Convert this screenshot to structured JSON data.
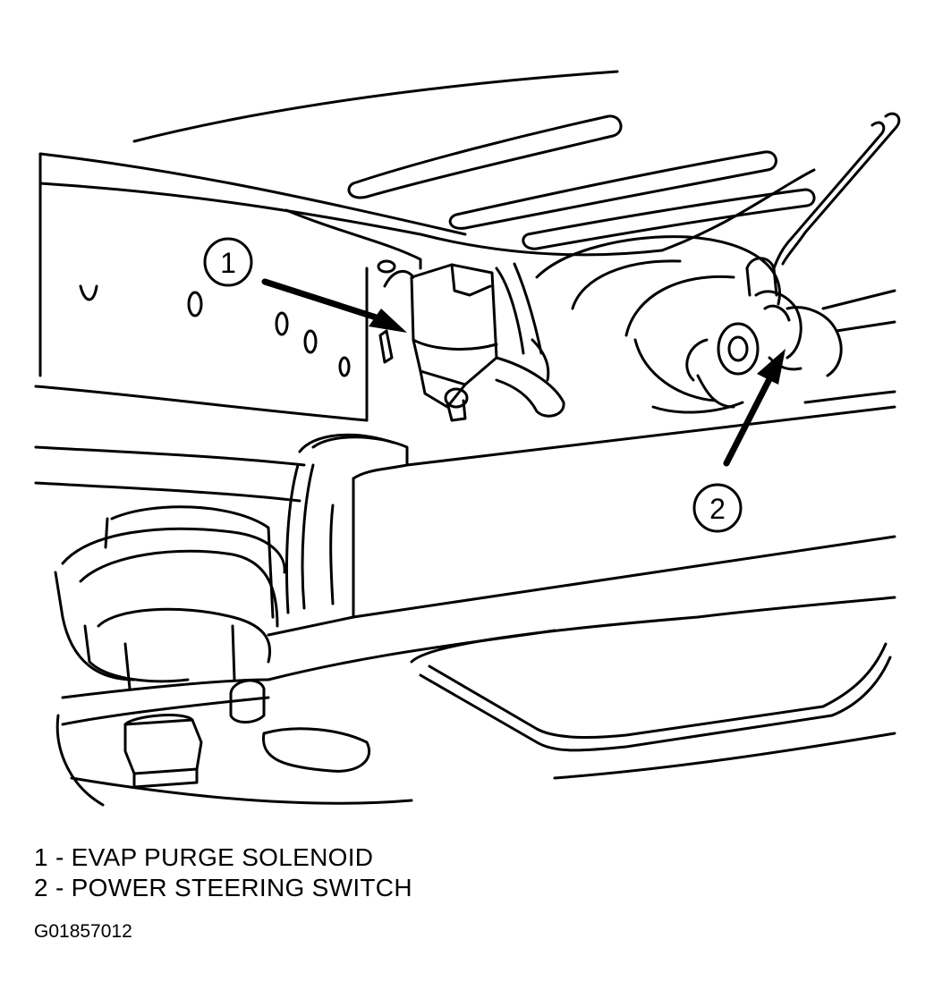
{
  "callouts": [
    {
      "number": "1",
      "label": "EVAP PURGE SOLENOID"
    },
    {
      "number": "2",
      "label": "POWER STEERING SWITCH"
    }
  ],
  "legend": [
    {
      "text": "1 - EVAP PURGE SOLENOID"
    },
    {
      "text": "2 - POWER STEERING SWITCH"
    }
  ],
  "figure_id": "G01857012",
  "colors": {
    "ink": "#000000",
    "paper": "#ffffff"
  }
}
